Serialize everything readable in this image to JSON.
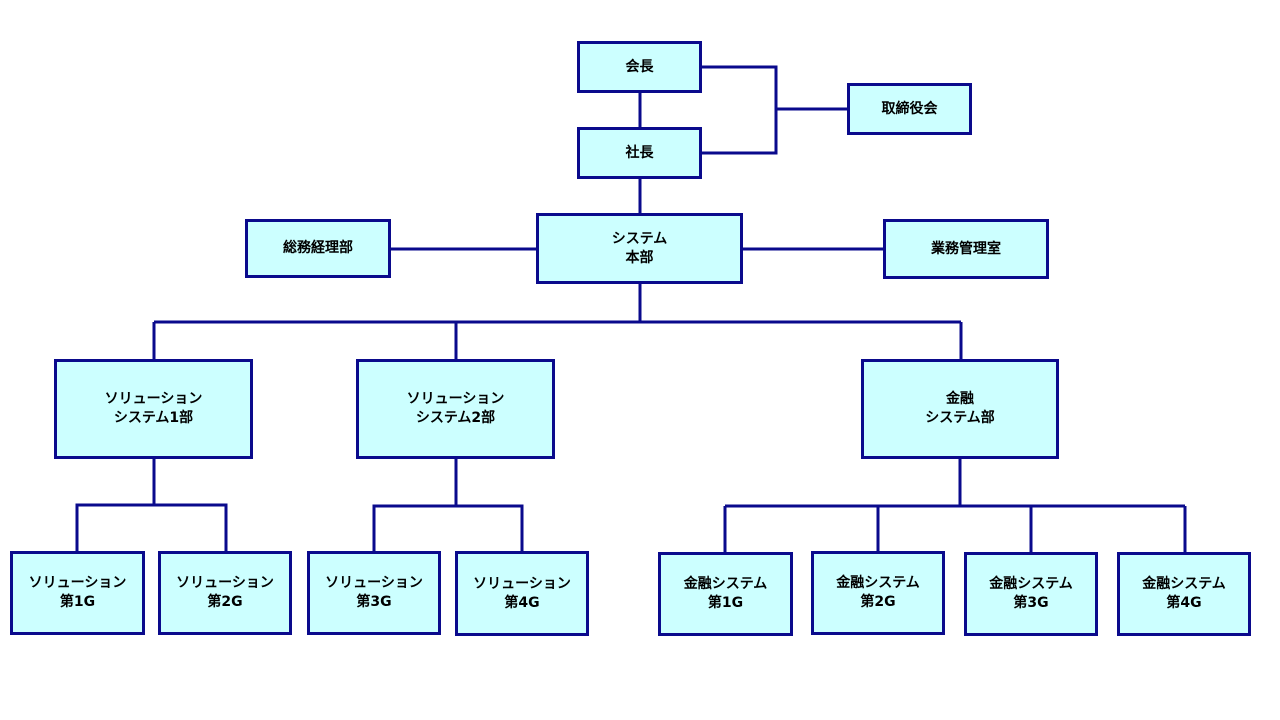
{
  "colors": {
    "box_fill": "#ccffff",
    "box_border": "#0a0a8c",
    "connector": "#0a0a8c"
  },
  "org": {
    "chairman": "会長",
    "president": "社長",
    "board": "取締役会",
    "system_hq": "システム\n本部",
    "general_affairs": "総務経理部",
    "business_mgmt": "業務管理室",
    "solution1": "ソリューション\nシステム1部",
    "solution2": "ソリューション\nシステム2部",
    "finance": "金融\nシステム部",
    "sol_g1": "ソリューション\n第1G",
    "sol_g2": "ソリューション\n第2G",
    "sol_g3": "ソリューション\n第3G",
    "sol_g4": "ソリューション\n第4G",
    "fin_g1": "金融システム\n第1G",
    "fin_g2": "金融システム\n第2G",
    "fin_g3": "金融システム\n第3G",
    "fin_g4": "金融システム\n第4G"
  }
}
